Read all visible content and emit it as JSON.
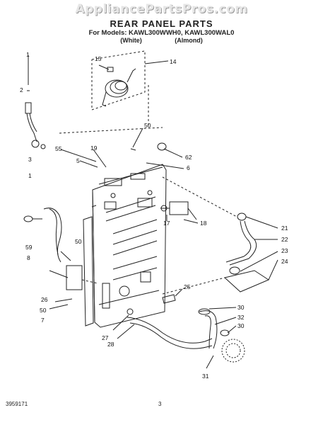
{
  "watermark": "AppliancePartsPros.com",
  "header": {
    "title": "REAR PANEL PARTS",
    "models_line": "For Models: KAWL300WWH0, KAWL300WAL0",
    "color_left": "(White)",
    "color_right": "(Almond)"
  },
  "callouts": [
    "1",
    "15",
    "14",
    "2",
    "50",
    "55",
    "19",
    "62",
    "3",
    "5",
    "6",
    "1",
    "17",
    "18",
    "21",
    "22",
    "59",
    "23",
    "8",
    "50",
    "24",
    "25",
    "26",
    "50",
    "30",
    "7",
    "32",
    "27",
    "30",
    "28",
    "31"
  ],
  "footer": {
    "doc_number": "3959171",
    "page": "3"
  }
}
